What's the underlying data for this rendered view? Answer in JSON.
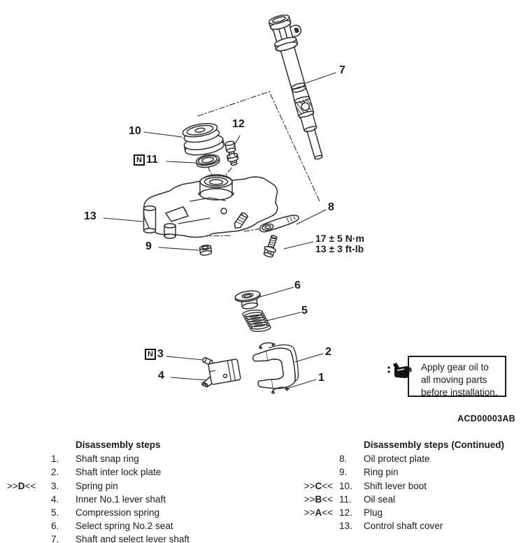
{
  "diagram": {
    "callouts": {
      "snap_ring": "1",
      "interlock_plate": "2",
      "spring_pin": "3",
      "lever_shaft": "4",
      "spring": "5",
      "seat": "6",
      "shaft": "7",
      "oil_protect_plate": "8",
      "ring_pin": "9",
      "boot": "10",
      "oil_seal": "11",
      "plug": "12",
      "cover": "13"
    },
    "n_mark": "N",
    "torque": {
      "metric": "17 ± 5 N·m",
      "imperial": "13 ± 3 ft-lb"
    },
    "note": {
      "line1": "Apply gear oil to",
      "line2": "all moving parts",
      "line3": "before installation."
    },
    "figure_code": "ACD00003AB"
  },
  "steps_left": {
    "title": "Disassembly steps",
    "rows": [
      {
        "pre": "",
        "letter": "",
        "suf": "",
        "num": "1.",
        "label": "Shaft snap ring"
      },
      {
        "pre": "",
        "letter": "",
        "suf": "",
        "num": "2.",
        "label": "Shaft inter lock plate"
      },
      {
        "pre": ">>",
        "letter": "D",
        "suf": "<<",
        "num": "3.",
        "label": "Spring pin"
      },
      {
        "pre": "",
        "letter": "",
        "suf": "",
        "num": "4.",
        "label": "Inner No.1 lever shaft"
      },
      {
        "pre": "",
        "letter": "",
        "suf": "",
        "num": "5.",
        "label": "Compression spring"
      },
      {
        "pre": "",
        "letter": "",
        "suf": "",
        "num": "6.",
        "label": "Select spring No.2 seat"
      },
      {
        "pre": "",
        "letter": "",
        "suf": "",
        "num": "7.",
        "label": "Shaft and select lever shaft"
      }
    ]
  },
  "steps_right": {
    "title": "Disassembly steps (Continued)",
    "rows": [
      {
        "pre": "",
        "letter": "",
        "suf": "",
        "num": "8.",
        "label": "Oil protect plate"
      },
      {
        "pre": "",
        "letter": "",
        "suf": "",
        "num": "9.",
        "label": "Ring pin"
      },
      {
        "pre": ">>",
        "letter": "C",
        "suf": "<<",
        "num": "10.",
        "label": "Shift lever boot"
      },
      {
        "pre": ">>",
        "letter": "B",
        "suf": "<<",
        "num": "11.",
        "label": "Oil seal"
      },
      {
        "pre": ">>",
        "letter": "A",
        "suf": "<<",
        "num": "12.",
        "label": "Plug"
      },
      {
        "pre": "",
        "letter": "",
        "suf": "",
        "num": "13.",
        "label": "Control shaft cover"
      }
    ]
  }
}
